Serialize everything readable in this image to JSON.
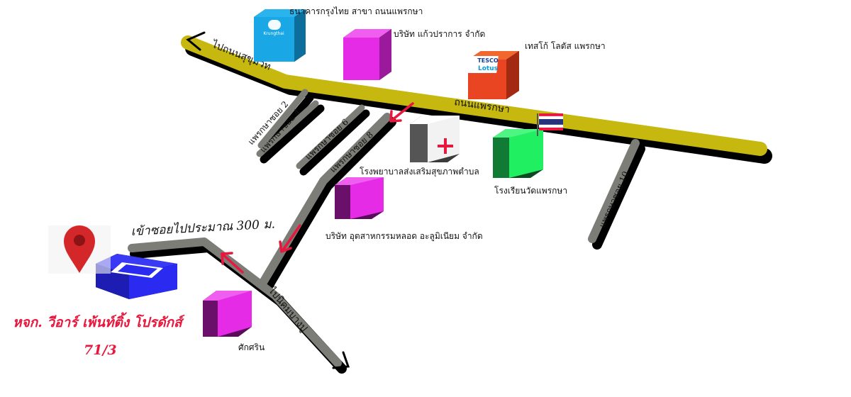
{
  "roads": {
    "main": "ถนนแพรกษา",
    "sukhumvit": "ไปถนนสุขุมวิท",
    "bangpu": "ไปนิคมบางปู",
    "soi2": "แพรกษาซอย 2",
    "soi4": "แพรกษาซอย 4",
    "soi6": "แพรกษาซอย 6",
    "soi8": "แพรกษาซอย 8",
    "soi10": "แพรกษาซอย 10"
  },
  "landmarks": {
    "ktb": "ธนาคารกรุงไทย สาขา ถนนแพรกษา",
    "kaewprakarn": "บริษัท แก้วปราการ จำกัด",
    "tesco": "เทสโก้ โลตัส แพรกษา",
    "hospital": "โรงพยาบาลส่งเสริมสุขภาพตำบล",
    "school": "โรงเรียนวัดแพรกษา",
    "aluminium": "บริษัท อุตสาหกรรมหลอด อะลูมิเนียม จำกัด",
    "saksarin": "ศักศริน"
  },
  "directions": {
    "into_soi": "เข้าซอยไปประมาณ 300 ม."
  },
  "destination": {
    "name": "หจก. วีอาร์ เพ้นท์ติ้ง โปรดักส์",
    "number": "71/3"
  },
  "logos": {
    "ktb_text": "Krungthai",
    "tesco_top": "TESCO",
    "tesco_bottom": "Lotus"
  },
  "icons": {
    "pin": "map-pin-icon",
    "flag": "thai-flag-icon",
    "cross": "medical-cross-icon",
    "arrow": "direction-arrow-icon"
  },
  "colors": {
    "main_road": "#c6b80f",
    "soi": "#7d7d78",
    "shadow": "#000000",
    "arrow": "#e8173d",
    "destination_text": "#e8173d",
    "ktb": "#1aa7e6",
    "kaewprakarn": "#e62be6",
    "tesco": "#ea4523",
    "hospital": "#ececec",
    "school": "#20ef62",
    "aluminium": "#e62be6",
    "saksarin": "#e62be6",
    "company": "#2a2af0"
  }
}
